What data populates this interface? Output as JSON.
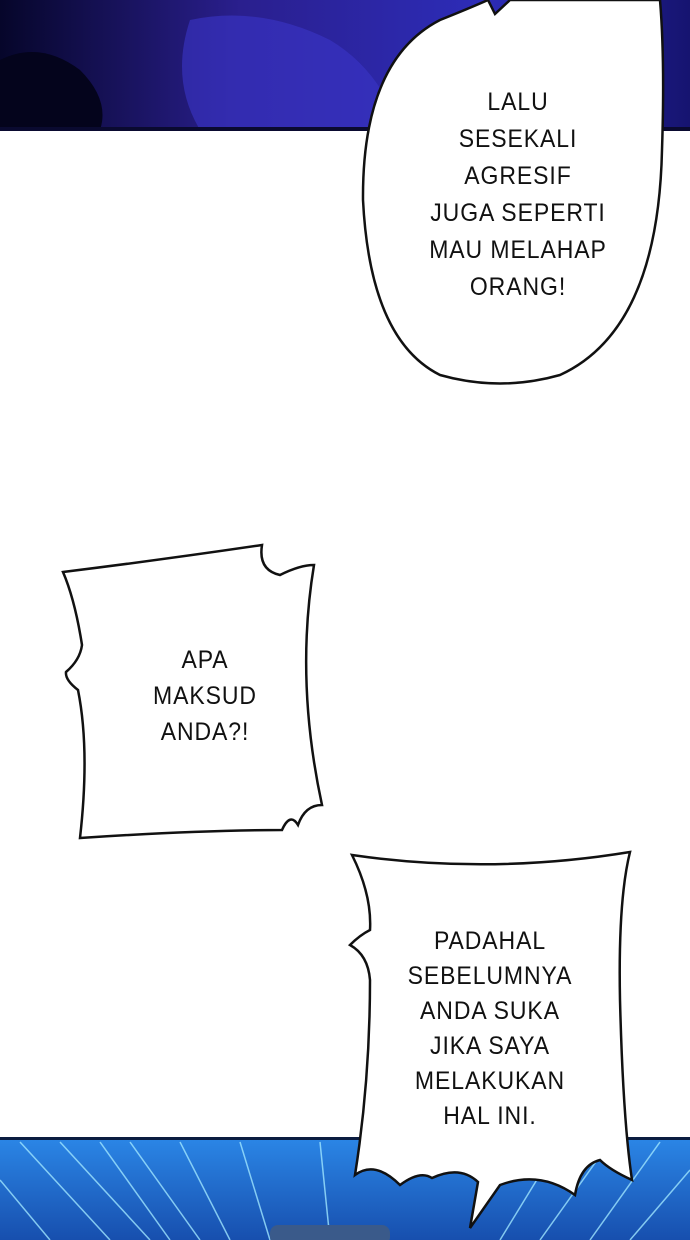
{
  "bubbles": [
    {
      "lines": [
        "LALU",
        "SESEKALI",
        "AGRESIF",
        "JUGA SEPERTI",
        "MAU MELAHAP",
        "ORANG!"
      ]
    },
    {
      "lines": [
        "APA",
        "MAKSUD",
        "ANDA?!"
      ]
    },
    {
      "lines": [
        "PADAHAL",
        "SEBELUMNYA",
        "ANDA SUKA",
        "JIKA SAYA",
        "MELAKUKAN",
        "HAL INI."
      ]
    }
  ],
  "colors": {
    "top_panel": "#1b1a8a",
    "bottom_panel": "#1e6fd0"
  }
}
